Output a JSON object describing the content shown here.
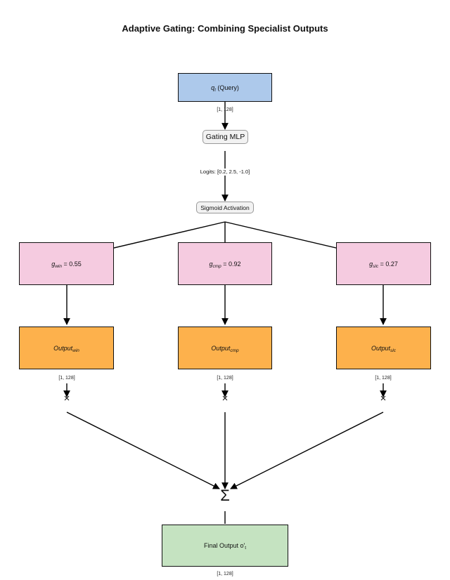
{
  "title": "Adaptive Gating: Combining Specialist Outputs",
  "query": {
    "main": "q",
    "sub": "t",
    "rest": " (Query)",
    "dim": "[1, 128]"
  },
  "gating_mlp": "Gating MLP",
  "logits": "Logits: [0.2, 2.5, -1.0]",
  "sigmoid": "Sigmoid Activation",
  "gates": [
    {
      "main": "g",
      "sub": "win",
      "rest": " = 0.55"
    },
    {
      "main": "g",
      "sub": "cmp",
      "rest": " = 0.92"
    },
    {
      "main": "g",
      "sub": "slc",
      "rest": " = 0.27"
    }
  ],
  "outputs": [
    {
      "main": "Output",
      "sub": "win",
      "dim": "[1, 128]"
    },
    {
      "main": "Output",
      "sub": "cmp",
      "dim": "[1, 128]"
    },
    {
      "main": "Output",
      "sub": "slc",
      "dim": "[1, 128]"
    }
  ],
  "multiply_symbol": "×",
  "sum_symbol": "Σ",
  "final": {
    "main": "Final Output o'",
    "sub": "t",
    "dim": "[1, 128]"
  },
  "colors": {
    "query": "#adc9eb",
    "gate": "#f5cbe0",
    "output": "#fdb14c",
    "final": "#c5e3c1",
    "pill": "#f2f2f2"
  }
}
